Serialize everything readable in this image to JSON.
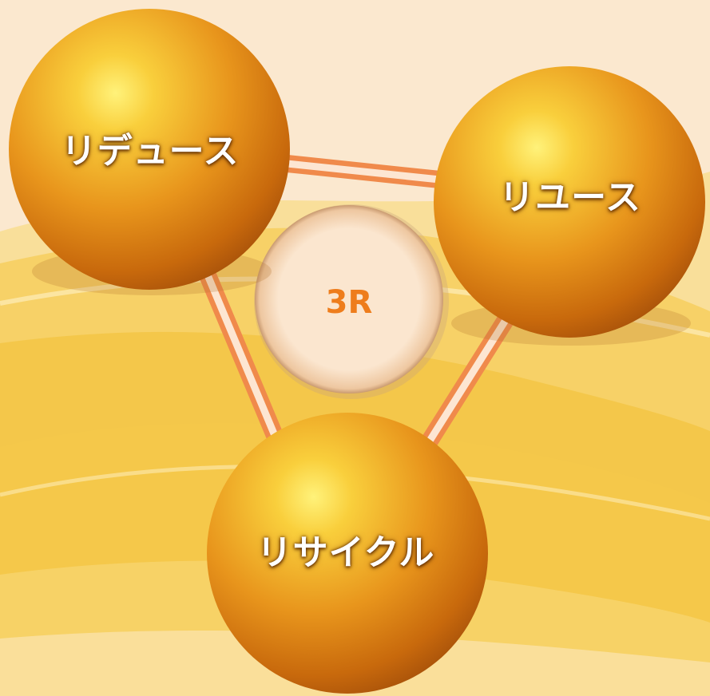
{
  "center": {
    "label": "3R",
    "color": "#ee7d1c"
  },
  "nodes": [
    {
      "id": "reduce",
      "label": "リデュース"
    },
    {
      "id": "reuse",
      "label": "リユース"
    },
    {
      "id": "recycle",
      "label": "リサイクル"
    }
  ],
  "connections": [
    {
      "from": "reduce",
      "to": "reuse"
    },
    {
      "from": "reduce",
      "to": "recycle"
    },
    {
      "from": "reuse",
      "to": "recycle"
    }
  ],
  "colors": {
    "background": "#fbe8cf",
    "sphere": "#e8951c",
    "sphere_highlight": "#fff27a",
    "connector": "#f08a4b",
    "center_fill": "#fbe6cf"
  }
}
